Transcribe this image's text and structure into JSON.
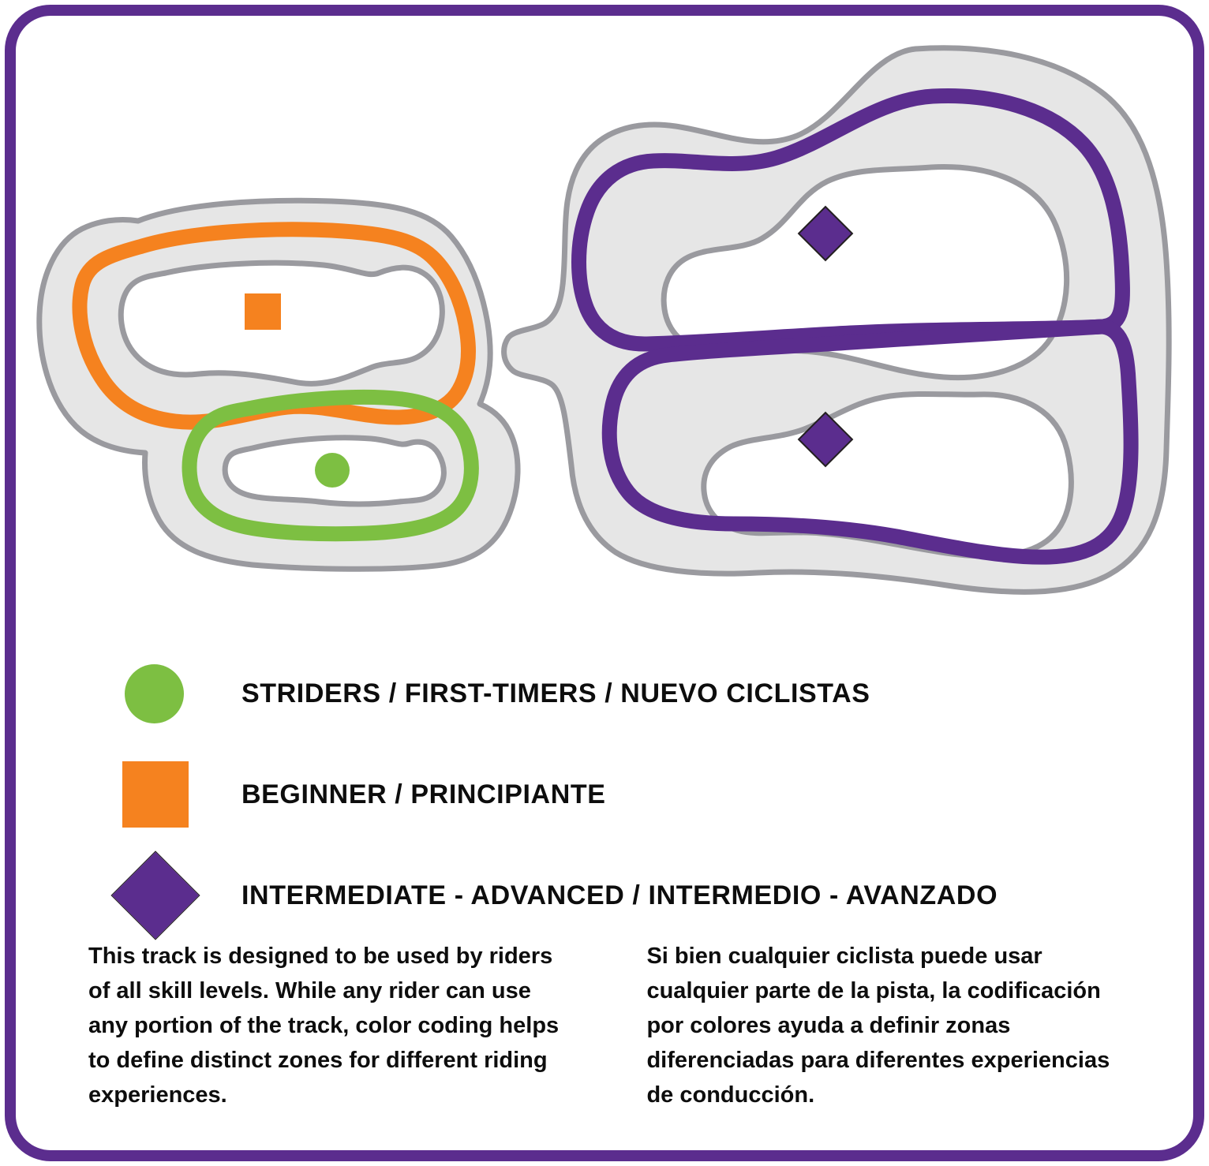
{
  "frame": {
    "border_color": "#5B2D8E"
  },
  "map": {
    "title": "bike skill track map",
    "colors": {
      "asphalt_fill": "#E6E6E6",
      "asphalt_stroke": "#9A9A9F",
      "green": "#7DBF42",
      "orange": "#F5821F",
      "purple": "#5B2D8E"
    },
    "zones": [
      {
        "name": "striders-green-loop",
        "color": "#7DBF42",
        "marker": "circle"
      },
      {
        "name": "beginner-orange-loop",
        "color": "#F5821F",
        "marker": "square"
      },
      {
        "name": "intermediate-advanced-purple-loop",
        "color": "#5B2D8E",
        "marker": "diamond"
      }
    ],
    "markers": [
      {
        "name": "orange-square-marker",
        "shape": "square",
        "color": "#F5821F"
      },
      {
        "name": "green-circle-marker",
        "shape": "circle",
        "color": "#7DBF42"
      },
      {
        "name": "purple-diamond-marker-upper",
        "shape": "diamond",
        "color": "#5B2D8E"
      },
      {
        "name": "purple-diamond-marker-lower",
        "shape": "diamond",
        "color": "#5B2D8E"
      }
    ]
  },
  "legend": {
    "items": [
      {
        "marker": "circle-marker",
        "color": "#7DBF42",
        "label": "STRIDERS / FIRST-TIMERS / NUEVO CICLISTAS"
      },
      {
        "marker": "square-marker",
        "color": "#F5821F",
        "label": "BEGINNER / PRINCIPIANTE"
      },
      {
        "marker": "diamond-marker",
        "color": "#5B2D8E",
        "label": "INTERMEDIATE - ADVANCED / INTERMEDIO - AVANZADO"
      }
    ]
  },
  "description": {
    "english": "This track is designed to be used by riders of all skill levels. While any rider can use any portion of the track, color coding helps to define distinct zones for different riding experiences.",
    "spanish": "Si bien cualquier ciclista puede usar cualquier parte de la pista, la codificación por colores ayuda a definir zonas diferenciadas para diferentes experiencias de conducción."
  }
}
